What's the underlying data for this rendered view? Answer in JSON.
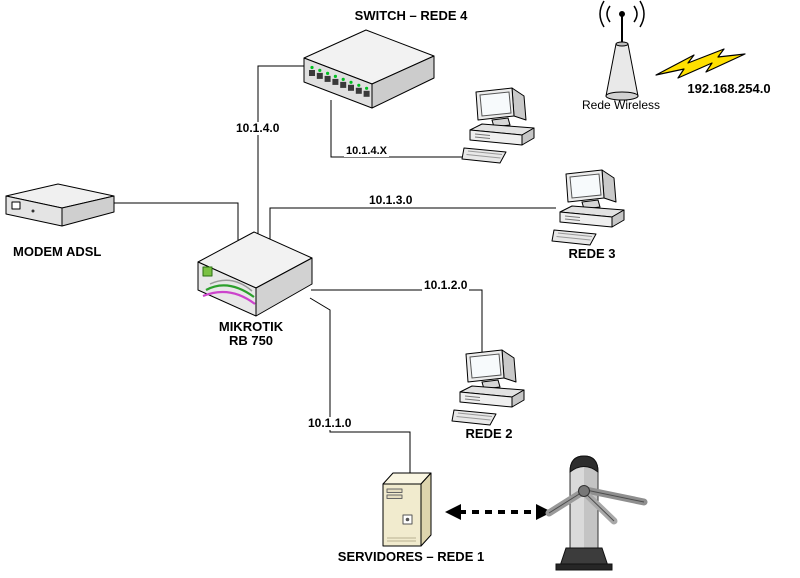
{
  "diagram": {
    "background": "#ffffff",
    "nodes": {
      "switch": {
        "label": "SWITCH – REDE 4"
      },
      "wireless": {
        "label": "Rede Wireless"
      },
      "wan": {
        "label": "192.168.254.0"
      },
      "modem": {
        "label": "MODEM ADSL"
      },
      "router": {
        "label_line1": "MIKROTIK",
        "label_line2": "RB 750"
      },
      "rede3": {
        "label": "REDE 3"
      },
      "rede2": {
        "label": "REDE 2"
      },
      "server": {
        "label": "SERVIDORES – REDE 1"
      }
    },
    "links": {
      "router_switch": {
        "label": "10.1.4.0"
      },
      "switch_pc": {
        "label": "10.1.4.X"
      },
      "router_rede3": {
        "label": "10.1.3.0"
      },
      "router_rede2": {
        "label": "10.1.2.0"
      },
      "router_server": {
        "label": "10.1.1.0"
      }
    },
    "colors": {
      "line": "#000000",
      "lightning_fill": "#ffe000",
      "server_fill": "#f1ebce",
      "led_green": "#00c020",
      "screen_fill": "#f7fafc"
    }
  }
}
